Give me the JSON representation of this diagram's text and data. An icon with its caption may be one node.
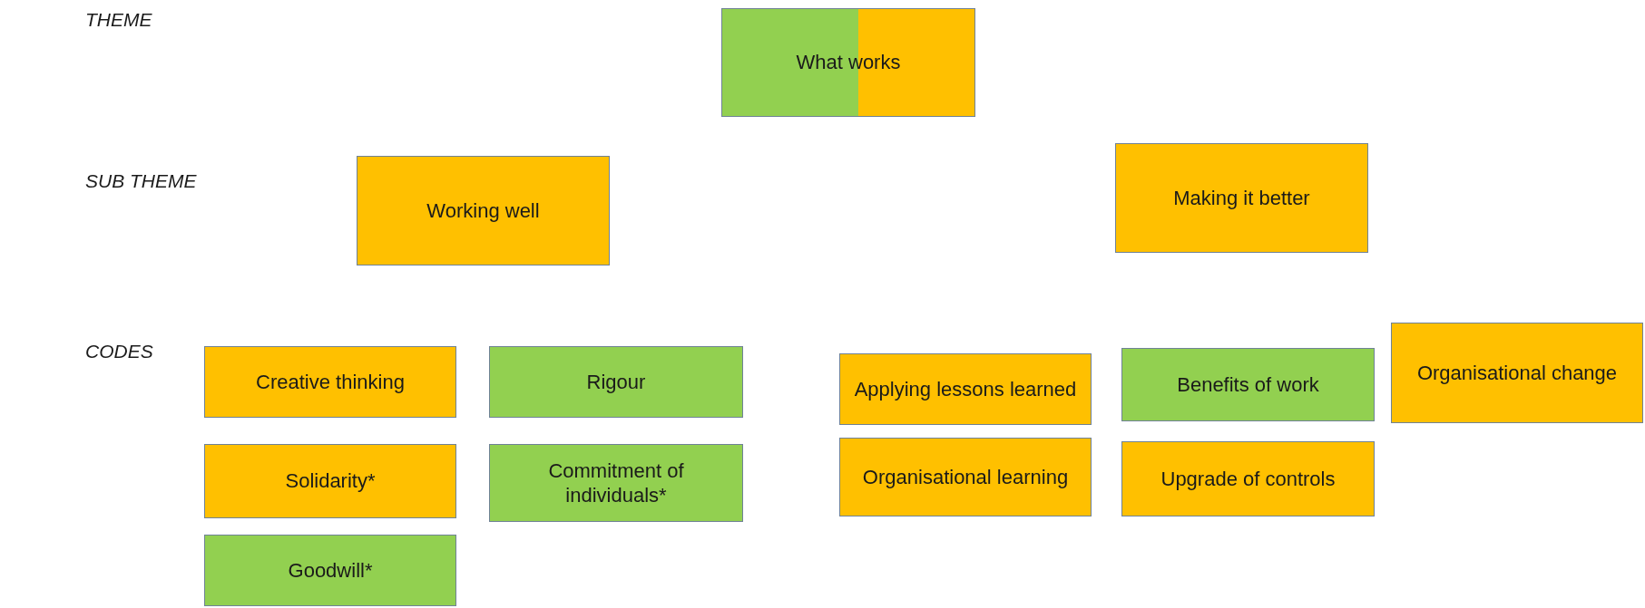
{
  "diagram": {
    "nodes": [
      {
        "text": [
          "What works"
        ]
      },
      {
        "text": [
          "Working well"
        ]
      },
      {
        "text": [
          "Making it better"
        ]
      },
      {
        "text": [
          "Creative thinking"
        ]
      },
      {
        "text": [
          "Rigour"
        ]
      },
      {
        "text": [
          "Solidarity*"
        ]
      },
      {
        "text": [
          "Commitment of individuals*"
        ]
      },
      {
        "text": [
          "Goodwill*"
        ]
      },
      {
        "text": [
          "Applying lessons learned"
        ]
      },
      {
        "text": [
          "Benefits of work"
        ]
      },
      {
        "text": [
          "Organisational change"
        ]
      },
      {
        "text": [
          "Organisational learning"
        ]
      },
      {
        "text": [
          "Upgrade of controls"
        ]
      }
    ],
    "labels": [
      "THEME",
      "SUB THEME",
      "CODES"
    ]
  }
}
